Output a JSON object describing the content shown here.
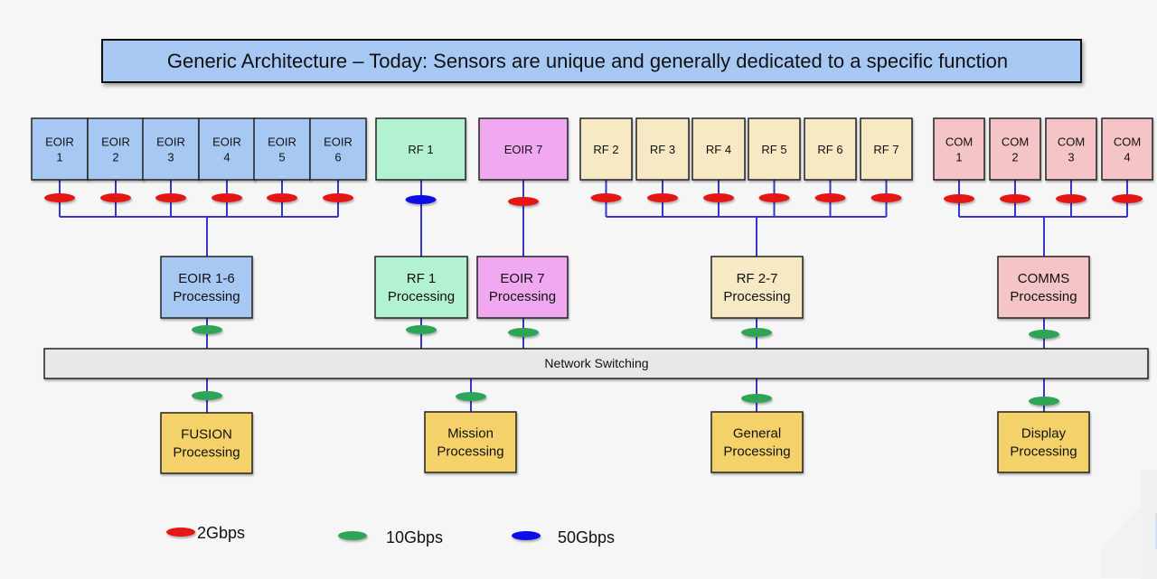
{
  "title": "Generic Architecture – Today: Sensors are unique and generally dedicated to a specific function",
  "colors": {
    "eoir": "#a8c8f4",
    "rf1": "#b2f2d2",
    "eoir7": "#f0a8f0",
    "rf": "#f6e9c4",
    "com": "#f4c4c6",
    "output": "#f4d269",
    "network": "#e8e8e8",
    "link_2gbps": "#e41414",
    "link_10gbps": "#2da457",
    "link_50gbps": "#0a0ae6",
    "wire": "#3636c8"
  },
  "sensors": [
    {
      "id": "eoir1",
      "lines": [
        "EOIR",
        "1"
      ],
      "group": "eoir",
      "link": "2Gbps"
    },
    {
      "id": "eoir2",
      "lines": [
        "EOIR",
        "2"
      ],
      "group": "eoir",
      "link": "2Gbps"
    },
    {
      "id": "eoir3",
      "lines": [
        "EOIR",
        "3"
      ],
      "group": "eoir",
      "link": "2Gbps"
    },
    {
      "id": "eoir4",
      "lines": [
        "EOIR",
        "4"
      ],
      "group": "eoir",
      "link": "2Gbps"
    },
    {
      "id": "eoir5",
      "lines": [
        "EOIR",
        "5"
      ],
      "group": "eoir",
      "link": "2Gbps"
    },
    {
      "id": "eoir6",
      "lines": [
        "EOIR",
        "6"
      ],
      "group": "eoir",
      "link": "2Gbps"
    },
    {
      "id": "rf1",
      "lines": [
        "RF 1"
      ],
      "group": "rf1",
      "link": "50Gbps"
    },
    {
      "id": "eoir7",
      "lines": [
        "EOIR 7"
      ],
      "group": "eoir7",
      "link": "2Gbps"
    },
    {
      "id": "rf2",
      "lines": [
        "RF 2"
      ],
      "group": "rf",
      "link": "2Gbps"
    },
    {
      "id": "rf3",
      "lines": [
        "RF 3"
      ],
      "group": "rf",
      "link": "2Gbps"
    },
    {
      "id": "rf4",
      "lines": [
        "RF 4"
      ],
      "group": "rf",
      "link": "2Gbps"
    },
    {
      "id": "rf5",
      "lines": [
        "RF 5"
      ],
      "group": "rf",
      "link": "2Gbps"
    },
    {
      "id": "rf6",
      "lines": [
        "RF 6"
      ],
      "group": "rf",
      "link": "2Gbps"
    },
    {
      "id": "rf7",
      "lines": [
        "RF 7"
      ],
      "group": "rf",
      "link": "2Gbps"
    },
    {
      "id": "com1",
      "lines": [
        "COM",
        "1"
      ],
      "group": "com",
      "link": "2Gbps"
    },
    {
      "id": "com2",
      "lines": [
        "COM",
        "2"
      ],
      "group": "com",
      "link": "2Gbps"
    },
    {
      "id": "com3",
      "lines": [
        "COM",
        "3"
      ],
      "group": "com",
      "link": "2Gbps"
    },
    {
      "id": "com4",
      "lines": [
        "COM",
        "4"
      ],
      "group": "com",
      "link": "2Gbps"
    }
  ],
  "processors": [
    {
      "id": "eoir16proc",
      "lines": [
        "EOIR 1-6",
        "Processing"
      ],
      "group": "eoir",
      "link": "10Gbps"
    },
    {
      "id": "rf1proc",
      "lines": [
        "RF 1",
        "Processing"
      ],
      "group": "rf1",
      "link": "10Gbps"
    },
    {
      "id": "eoir7proc",
      "lines": [
        "EOIR 7",
        "Processing"
      ],
      "group": "eoir7",
      "link": "10Gbps"
    },
    {
      "id": "rf27proc",
      "lines": [
        "RF 2-7",
        "Processing"
      ],
      "group": "rf",
      "link": "10Gbps"
    },
    {
      "id": "commsproc",
      "lines": [
        "COMMS",
        "Processing"
      ],
      "group": "com",
      "link": "10Gbps"
    }
  ],
  "network": {
    "label": "Network Switching"
  },
  "outputs": [
    {
      "id": "fusion",
      "lines": [
        "FUSION",
        "Processing"
      ],
      "link": "10Gbps"
    },
    {
      "id": "mission",
      "lines": [
        "Mission",
        "Processing"
      ],
      "link": "10Gbps"
    },
    {
      "id": "general",
      "lines": [
        "General",
        "Processing"
      ],
      "link": "10Gbps"
    },
    {
      "id": "display",
      "lines": [
        "Display",
        "Processing"
      ],
      "link": "10Gbps"
    }
  ],
  "legend": [
    {
      "label": "2Gbps",
      "color_key": "link_2gbps"
    },
    {
      "label": "10Gbps",
      "color_key": "link_10gbps"
    },
    {
      "label": "50Gbps",
      "color_key": "link_50gbps"
    }
  ]
}
